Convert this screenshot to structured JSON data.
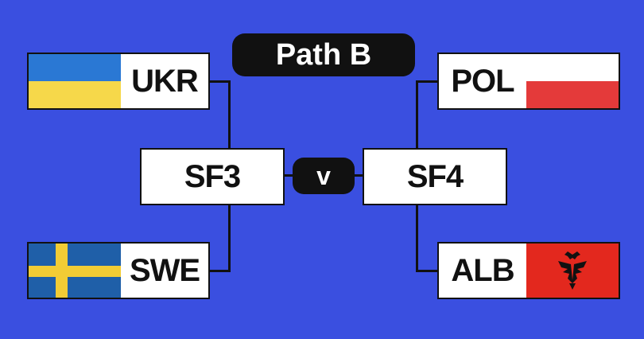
{
  "title": "Path B",
  "versus": "v",
  "semifinals": [
    {
      "label": "SF3"
    },
    {
      "label": "SF4"
    }
  ],
  "teams": [
    {
      "code": "UKR",
      "flag": "ukraine-flag",
      "colors": [
        "#2a78d4",
        "#f6d84a"
      ]
    },
    {
      "code": "SWE",
      "flag": "sweden-flag",
      "colors": [
        "#1f5fa8",
        "#f2cc35"
      ]
    },
    {
      "code": "POL",
      "flag": "poland-flag",
      "colors": [
        "#ffffff",
        "#e43a3a"
      ]
    },
    {
      "code": "ALB",
      "flag": "albania-flag",
      "colors": [
        "#e3281e",
        "#111111"
      ]
    }
  ],
  "colors": {
    "background": "#3a4fe0",
    "box": "#ffffff",
    "ink": "#111111"
  }
}
